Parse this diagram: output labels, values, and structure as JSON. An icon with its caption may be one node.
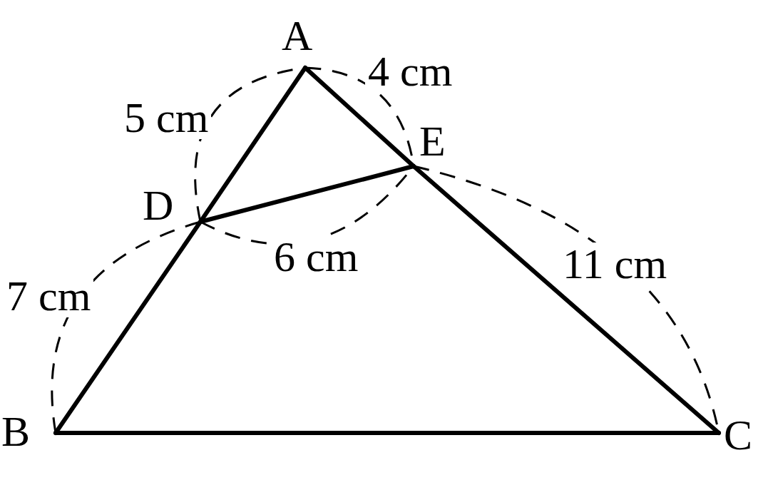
{
  "diagram": {
    "nodes": [
      {
        "text": [
          "A"
        ]
      },
      {
        "text": [
          "B"
        ]
      },
      {
        "text": [
          "C"
        ]
      },
      {
        "text": [
          "D"
        ]
      },
      {
        "text": [
          "E"
        ]
      }
    ],
    "edges": [
      {
        "from": 0,
        "to": 3,
        "arrow": "none"
      },
      {
        "from": 3,
        "to": 1,
        "arrow": "none"
      },
      {
        "from": 0,
        "to": 4,
        "arrow": "none"
      },
      {
        "from": 4,
        "to": 2,
        "arrow": "none"
      },
      {
        "from": 1,
        "to": 2,
        "arrow": "none"
      },
      {
        "from": 3,
        "to": 4,
        "arrow": "none"
      }
    ],
    "labels": [
      "5 cm",
      "4 cm",
      "6 cm",
      "7 cm",
      "11 cm"
    ]
  }
}
